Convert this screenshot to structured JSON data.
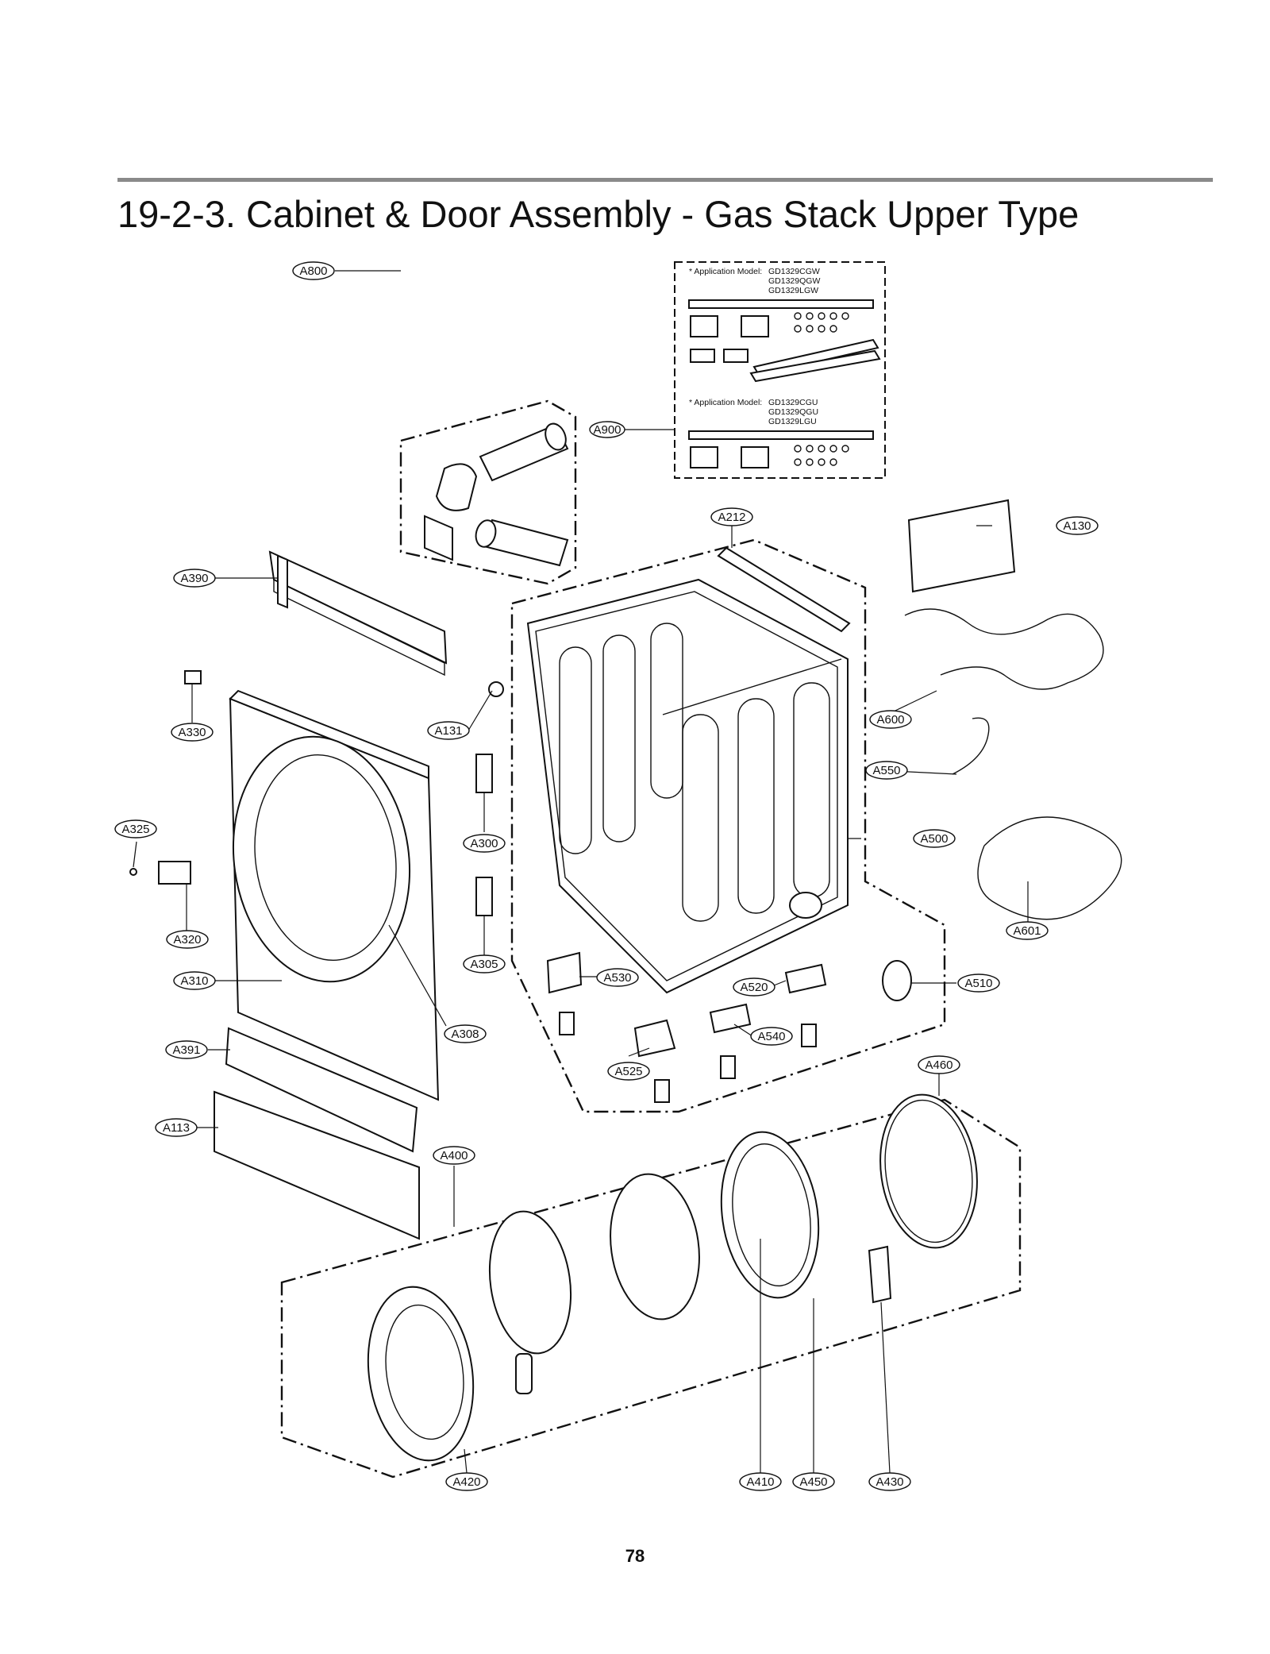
{
  "page": {
    "title": "19-2-3. Cabinet & Door Assembly - Gas Stack Upper Type",
    "page_number": "78"
  },
  "inset": {
    "group1": {
      "label": "* Application Model:",
      "models": [
        "GD1329CGW",
        "GD1329QGW",
        "GD1329LGW"
      ]
    },
    "group2": {
      "label": "* Application Model:",
      "models": [
        "GD1329CGU",
        "GD1329QGU",
        "GD1329LGU"
      ]
    }
  },
  "callouts": {
    "A900": "A900",
    "A800": "A800",
    "A212": "A212",
    "A130": "A130",
    "A390": "A390",
    "A330": "A330",
    "A131": "A131",
    "A600": "A600",
    "A550": "A550",
    "A325": "A325",
    "A300": "A300",
    "A500": "A500",
    "A320": "A320",
    "A601": "A601",
    "A305": "A305",
    "A530": "A530",
    "A310": "A310",
    "A520": "A520",
    "A510": "A510",
    "A308": "A308",
    "A540": "A540",
    "A391": "A391",
    "A525": "A525",
    "A460": "A460",
    "A113": "A113",
    "A400": "A400",
    "A420": "A420",
    "A410": "A410",
    "A450": "A450",
    "A430": "A430"
  }
}
